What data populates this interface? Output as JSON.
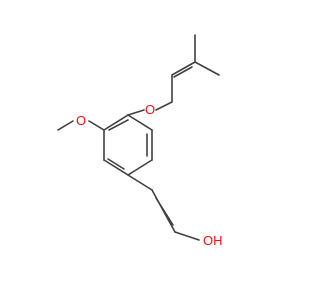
{
  "molecule": {
    "atom_labels": {
      "ether_oxygen": "O",
      "methoxy_oxygen": "O",
      "hydroxyl": "OH"
    },
    "colors": {
      "bond": "#404040",
      "oxygen": "#ff0d0d",
      "background": "#ffffff"
    }
  }
}
